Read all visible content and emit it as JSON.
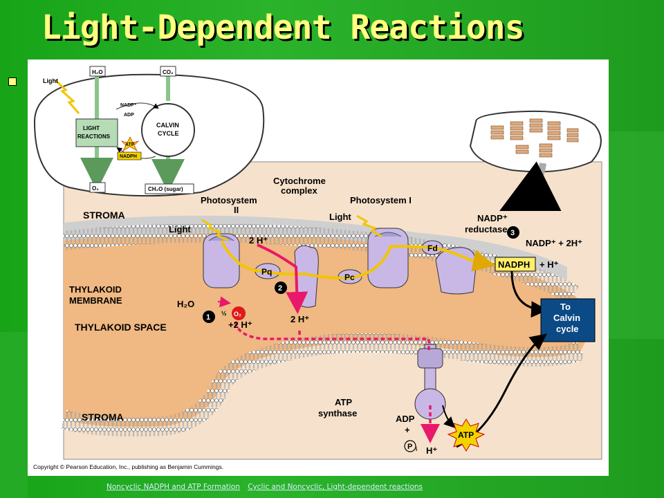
{
  "slide": {
    "title": "Light-Dependent Reactions"
  },
  "diagram": {
    "overview": {
      "light": "Light",
      "h2o": "H₂O",
      "co2": "CO₂",
      "nadp": "NADP⁺",
      "adp": "ADP",
      "light_reactions_1": "LIGHT",
      "light_reactions_2": "REACTIONS",
      "calvin_1": "CALVIN",
      "calvin_2": "CYCLE",
      "atp": "ATP",
      "nadph": "NADPH",
      "o2": "O₂",
      "sugar": "CH₂O (sugar)"
    },
    "labels": {
      "stroma_top": "STROMA",
      "stroma_bottom": "STROMA",
      "ps2_1": "Photosystem",
      "ps2_2": "II",
      "cyto_1": "Cytochrome",
      "cyto_2": "complex",
      "ps1": "Photosystem I",
      "light_left": "Light",
      "light_right": "Light",
      "nadp_red_1": "NADP⁺",
      "nadp_red_2": "reductase",
      "two_h_top": "2 H⁺",
      "pq": "Pq",
      "pc": "Pc",
      "fd": "Fd",
      "thyl_mem_1": "THYLAKOID",
      "thyl_mem_2": "MEMBRANE",
      "thyl_space": "THYLAKOID SPACE",
      "h2o": "H₂O",
      "half": "½",
      "o2": "O₂",
      "plus_2h": "+2 H⁺",
      "two_h_mid": "2 H⁺",
      "nadp_plus_2h": "NADP⁺ + 2H⁺",
      "nadph": "NADPH",
      "plus_h": "+ H⁺",
      "to_calvin_1": "To",
      "to_calvin_2": "Calvin",
      "to_calvin_3": "cycle",
      "atp_syn_1": "ATP",
      "atp_syn_2": "synthase",
      "adp": "ADP",
      "plus": "+",
      "pi": "P",
      "pi_sub": "i",
      "h_bottom": "H⁺",
      "atp": "ATP",
      "step1": "1",
      "step2": "2",
      "step3": "3"
    },
    "copyright": "Copyright © Pearson Education, Inc., publishing as Benjamin Cummings."
  },
  "links": {
    "noncyclic": "Noncyclic NADPH and ATP Formation",
    "cyclic": "Cyclic and Noncyclic, Light-dependent reactions"
  },
  "colors": {
    "background": "#1f9a1f",
    "title": "#ffff80",
    "stroma": "#f6e2cc",
    "lumen": "#f0b882",
    "protein": "#c9b8e6",
    "electron_path": "#f2c500",
    "proton": "#e8186a",
    "calvin_box": "#0c4a86"
  }
}
